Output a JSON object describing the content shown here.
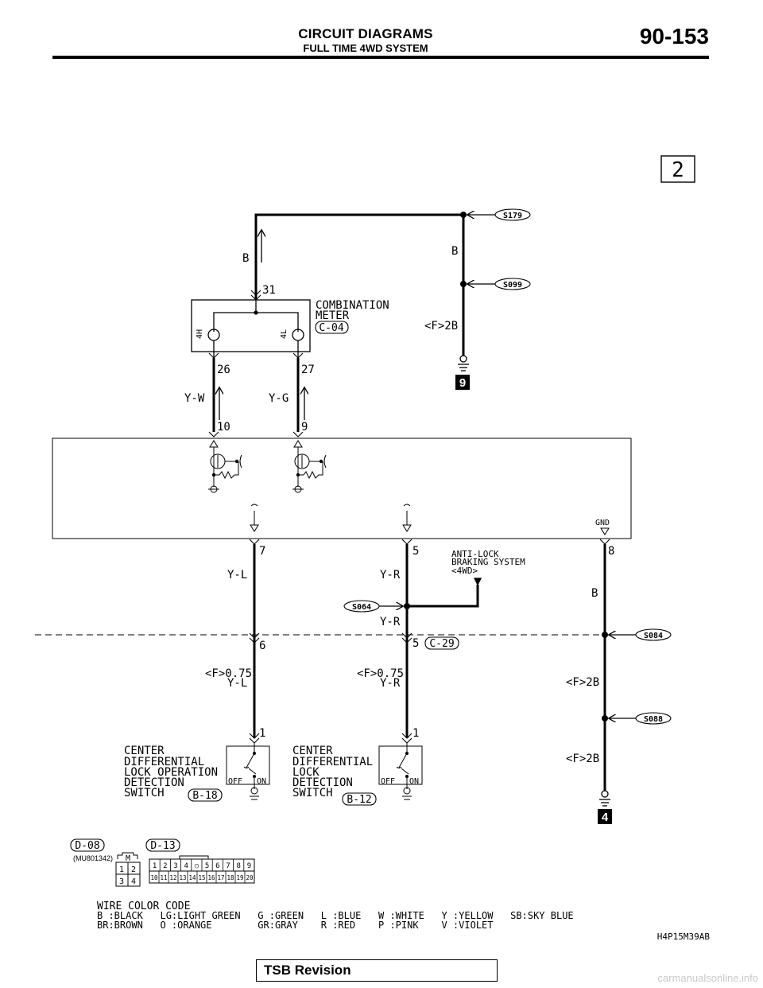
{
  "header": {
    "title": "CIRCUIT DIAGRAMS",
    "subtitle": "FULL TIME 4WD SYSTEM",
    "page_number": "90-153"
  },
  "diagram": {
    "sheet_number": "2",
    "ground_marker_top": "9",
    "ground_marker_bottom": "4",
    "splices": {
      "s179": "S179",
      "s099": "S099",
      "s064": "S064",
      "s084": "S084",
      "s088": "S088"
    },
    "combination_meter": {
      "name_line1": "COMBINATION",
      "name_line2": "METER",
      "connector": "C-04",
      "pin_top": "31",
      "pin_left": "26",
      "pin_right": "27",
      "lamp_left": "4H",
      "lamp_right": "4L"
    },
    "wires": {
      "top_left": "B",
      "top_right": "B",
      "ground_top": "<F>2B",
      "y_w": "Y-W",
      "y_g": "Y-G",
      "y_l": "Y-L",
      "y_r": "Y-R",
      "y_r2": "Y-R",
      "right_b": "B",
      "f075_yl_a": "<F>0.75",
      "f075_yl_b": "Y-L",
      "f075_yr_a": "<F>0.75",
      "f075_yr_b": "Y-R",
      "f2b_mid": "<F>2B",
      "f2b_low": "<F>2B"
    },
    "ecu": {
      "pin_10": "10",
      "pin_9": "9",
      "pin_7": "7",
      "pin_5": "5",
      "pin_8": "8",
      "gnd": "GND"
    },
    "abs": {
      "line1": "ANTI-LOCK",
      "line2": "BRAKING SYSTEM",
      "line3": "<4WD>"
    },
    "junction": {
      "pin_6": "6",
      "pin_5": "5",
      "connector": "C-29"
    },
    "switch_left": {
      "pin": "1",
      "line1": "CENTER",
      "line2": "DIFFERENTIAL",
      "line3": "LOCK OPERATION",
      "line4": "DETECTION",
      "line5": "SWITCH",
      "connector": "B-18",
      "off": "OFF",
      "on": "ON"
    },
    "switch_right": {
      "pin": "1",
      "line1": "CENTER",
      "line2": "DIFFERENTIAL",
      "line3": "LOCK",
      "line4": "DETECTION",
      "line5": "SWITCH",
      "connector": "B-12",
      "off": "OFF",
      "on": "ON"
    },
    "connectors": {
      "d08": "D-08",
      "d13": "D-13",
      "part_no": "(MU801342)",
      "m_label": "M",
      "d08_pins": [
        "1",
        "2",
        "3",
        "4"
      ],
      "d13_row1": [
        "1",
        "2",
        "3",
        "4",
        "○",
        "5",
        "6",
        "7",
        "8",
        "9"
      ],
      "d13_row2": [
        "10",
        "11",
        "12",
        "13",
        "14",
        "15",
        "16",
        "17",
        "18",
        "19",
        "20"
      ]
    },
    "color_code": {
      "title": "WIRE COLOR CODE",
      "line1": "B :BLACK   LG:LIGHT GREEN   G :GREEN   L :BLUE   W :WHITE   Y :YELLOW   SB:SKY BLUE",
      "line2": "BR:BROWN   O :ORANGE        GR:GRAY    R :RED    P :PINK    V :VIOLET"
    },
    "figure_code": "H4P15M39AB"
  },
  "footer": {
    "revision": "TSB Revision",
    "watermark": "carmanualsonline.info"
  }
}
